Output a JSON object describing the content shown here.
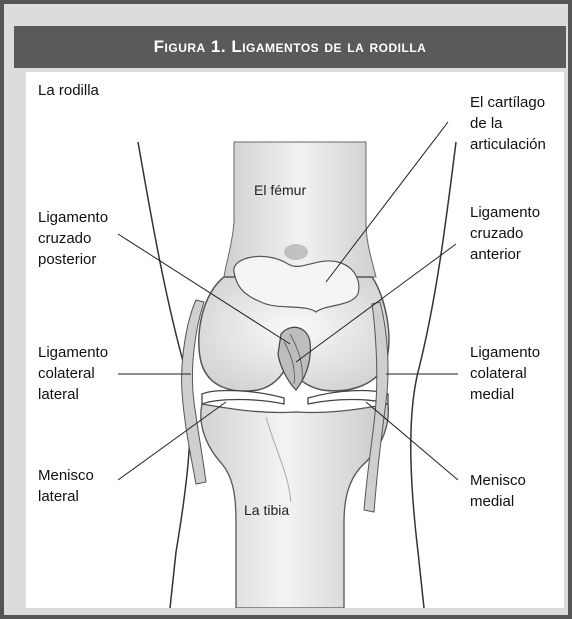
{
  "figure": {
    "title": "Figura 1. Ligamentos de la rodilla",
    "heading": "La  rodilla"
  },
  "labels": {
    "cartilage": "El cartílago\nde la\narticulación",
    "femur": "El fémur",
    "tibia": "La tibia",
    "pcl": "Ligamento\ncruzado\nposterior",
    "acl": "Ligamento\ncruzado\nanterior",
    "lcl": "Ligamento\ncolateral\nlateral",
    "mcl": "Ligamento\ncolateral\nmedial",
    "lateral_meniscus": "Menisco\nlateral",
    "medial_meniscus": "Menisco\nmedial"
  },
  "colors": {
    "frame_border": "#555555",
    "frame_background": "#dcdcdc",
    "header_background": "#5a5a5a",
    "header_text": "#ffffff",
    "bone_fill": "#e6e6e6",
    "bone_stroke": "#555555",
    "ligament": "#c8c8c8",
    "leader_line": "#222222"
  }
}
